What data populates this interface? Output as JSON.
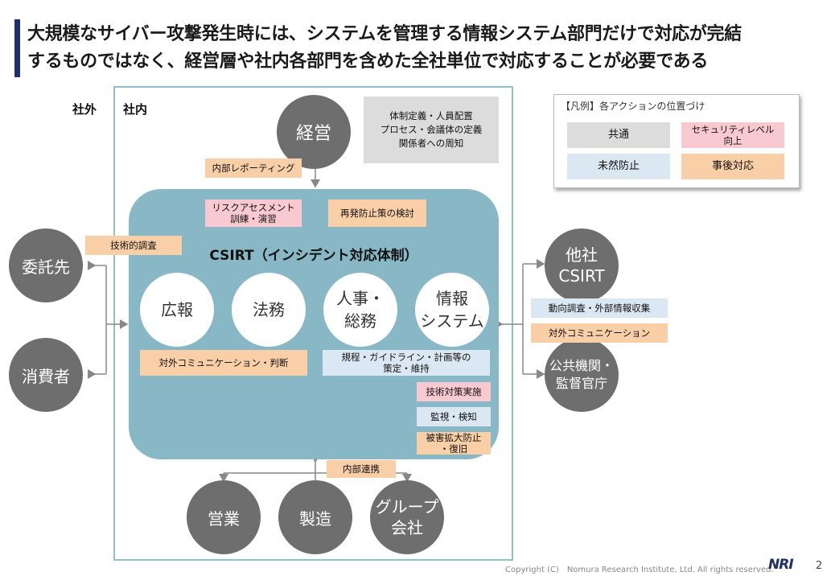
{
  "title": {
    "line1": "大規模なサイバー攻撃発生時には、システムを管理する情報システム部門だけで対応が完結",
    "line2": "するものではなく、経営層や社内各部門を含めた全社単位で対応することが必要である"
  },
  "zones": {
    "outside": "社外",
    "inside": "社内"
  },
  "nodes": {
    "management": "経営",
    "contractor": "委託先",
    "consumer": "消費者",
    "other_csirt": "他社\nCSIRT",
    "public_agency": "公共機関・\n監督官庁",
    "sales": "営業",
    "manufacturing": "製造",
    "group_company": "グループ\n会社"
  },
  "csirt": {
    "title": "CSIRT（インシデント対応体制）",
    "members": [
      "広報",
      "法務",
      "人事・\n総務",
      "情報\nシステム"
    ]
  },
  "actions": {
    "mgmt_definition": "体制定義・人員配置\nプロセス・会議体の定義\n関係者への周知",
    "internal_reporting": "内部レポーティング",
    "risk_assessment": "リスクアセスメント\n訓練・演習",
    "recurrence_prevention": "再発防止策の検討",
    "technical_investigation": "技術的調査",
    "external_comm_judgment": "対外コミュニケーション・判断",
    "rules_guidelines": "規程・ガイドライン・計画等の\n策定・維持",
    "tech_measures": "技術対策実施",
    "monitoring": "監視・検知",
    "damage_control": "被害拡大防止\n・復旧",
    "trend_research": "動向調査・外部情報収集",
    "external_comm": "対外コミュニケーション",
    "internal_coordination": "内部連携"
  },
  "legend": {
    "title": "【凡例】各アクションの位置づけ",
    "common": "共通",
    "security_up": "セキュリティレベル\n向上",
    "prevention": "未然防止",
    "post_response": "事後対応",
    "colors": {
      "common": "#dcdcdc",
      "security_up": "#f8c9d1",
      "prevention": "#dbe7f3",
      "post_response": "#f9cfa8"
    }
  },
  "footer": {
    "copyright": "Copyright (C)　Nomura Research Institute, Ltd. All rights reserved.",
    "logo": "NRI",
    "page": "2"
  }
}
